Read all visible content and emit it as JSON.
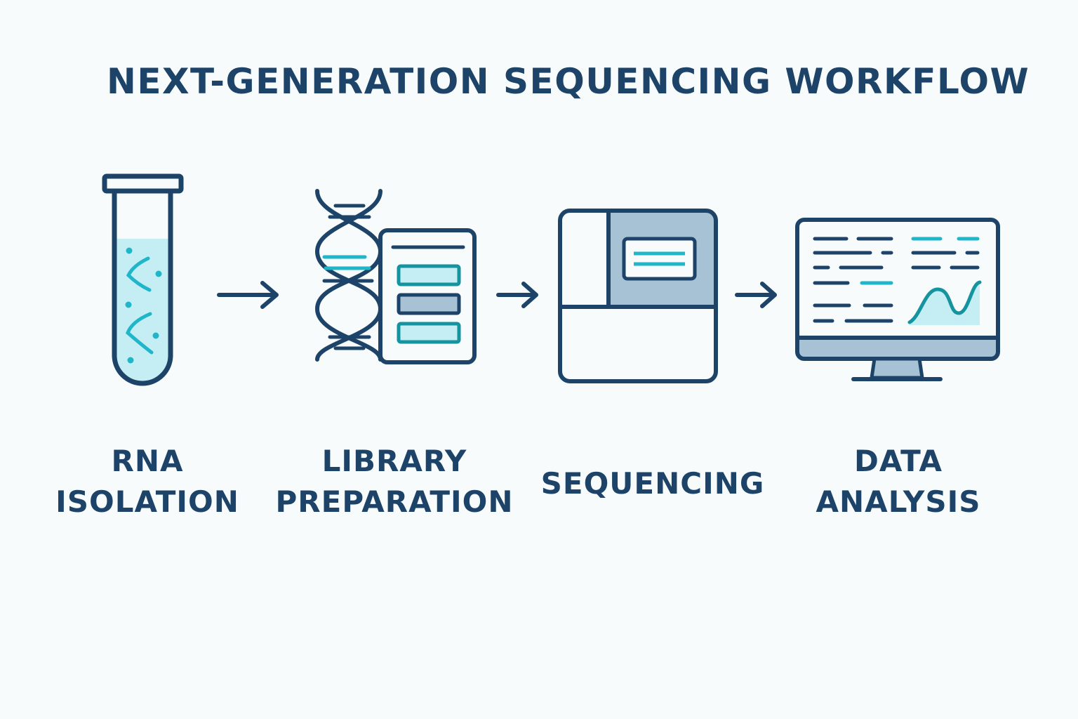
{
  "title": "NEXT-GENERATION SEQUENCING WORKFLOW",
  "colors": {
    "navy": "#1d4468",
    "teal": "#1fb6c9",
    "teal_dark": "#15939e",
    "light_teal": "#c4eef3",
    "steel": "#a7c2d4",
    "background": "#f7fbfc"
  },
  "steps": [
    {
      "icon": "test-tube-icon",
      "label_line1": "RNA",
      "label_line2": "ISOLATION"
    },
    {
      "icon": "dna-library-icon",
      "label_line1": "LIBRARY",
      "label_line2": "PREPARATION"
    },
    {
      "icon": "sequencer-icon",
      "label_line1": "SEQUENCING",
      "label_line2": ""
    },
    {
      "icon": "monitor-analysis-icon",
      "label_line1": "DATA",
      "label_line2": "ANALYSIS"
    }
  ]
}
